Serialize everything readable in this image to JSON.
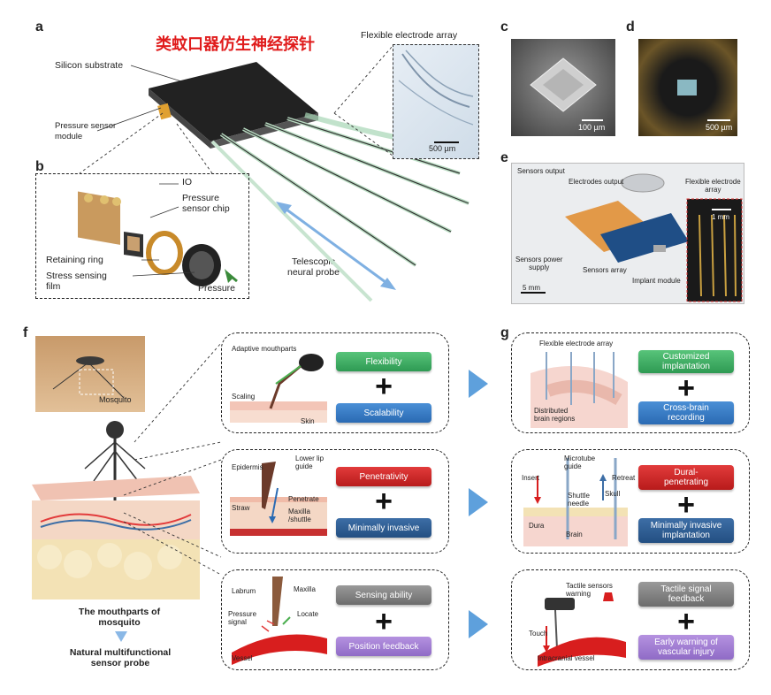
{
  "panels": {
    "a": "a",
    "b": "b",
    "c": "c",
    "d": "d",
    "e": "e",
    "f": "f",
    "g": "g"
  },
  "a": {
    "title_cn": "类蚊口器仿生神经探针",
    "silicon_substrate": "Silicon substrate",
    "flexible_array": "Flexible electrode array",
    "pressure_module": "Pressure sensor\nmodule",
    "scale": "500 µm",
    "telescopic": "Telescopic\nneural probe"
  },
  "b": {
    "io": "IO",
    "pressure_chip": "Pressure\nsensor chip",
    "retaining_ring": "Retaining ring",
    "stress_film": "Stress sensing\nfilm",
    "pressure": "Pressure"
  },
  "c": {
    "scale": "100 µm"
  },
  "d": {
    "scale": "500 µm"
  },
  "e": {
    "sensors_output": "Sensors output",
    "electrodes_output": "Electrodes output",
    "flex_array": "Flexible electrode\narray",
    "scale_1mm": "1 mm",
    "sensors_power": "Sensors power\nsupply",
    "sensors_array": "Sensors array",
    "implant_module": "Implant module",
    "scale_5mm": "5 mm"
  },
  "f": {
    "mosquito": "Mosquito",
    "mouthparts": "The mouthparts of\nmosquito",
    "natural": "Natural multifunctional\nsensor probe",
    "row1": {
      "adaptive": "Adaptive mouthparts",
      "scaling": "Scaling",
      "skin": "Skin",
      "pill1": "Flexibility",
      "pill2": "Scalability"
    },
    "row2": {
      "epidermis": "Epidermis",
      "lower_lip": "Lower lip\nguide",
      "penetrate": "Penetrate",
      "straw": "Straw",
      "maxilla": "Maxilla\n/shuttle",
      "pill1": "Penetrativity",
      "pill2": "Minimally invasive"
    },
    "row3": {
      "labrum": "Labrum",
      "maxilla": "Maxilla",
      "pressure_signal": "Pressure\nsignal",
      "locate": "Locate",
      "vessel": "Vessel",
      "pill1": "Sensing ability",
      "pill2": "Position feedback"
    }
  },
  "g": {
    "row1": {
      "flex": "Flexible electrode array",
      "distributed": "Distributed\nbrain regions",
      "pill1": "Customized\nimplantation",
      "pill2": "Cross-brain\nrecording"
    },
    "row2": {
      "microtube": "Microtube\nguide",
      "insert": "Insert",
      "retreat": "Retreat",
      "skull": "Skull",
      "shuttle": "Shuttle\nneedle",
      "dura": "Dura",
      "brain": "Brain",
      "pill1": "Dural-\npenetrating",
      "pill2": "Minimally invasive\nimplantation"
    },
    "row3": {
      "tactile": "Tactile sensors\nwarning",
      "touch": "Touch",
      "intracranial": "Intracranial vessel",
      "pill1": "Tactile signal\nfeedback",
      "pill2": "Early warning of\nvascular injury"
    }
  },
  "plus": "+"
}
